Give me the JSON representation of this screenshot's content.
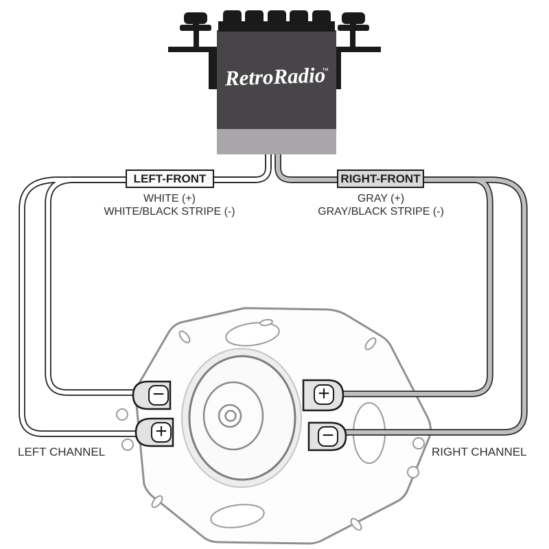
{
  "radio": {
    "logo_text": "RetroRadio",
    "trademark_symbol": "™",
    "body_color": "#484549",
    "panel_color": "#a8a6a9"
  },
  "wiring": {
    "left": {
      "tag_label": "LEFT-FRONT",
      "positive_wire": "WHITE (+)",
      "negative_wire": "WHITE/BLACK STRIPE (-)",
      "wire_fill": "#ffffff",
      "tag_fill": "#fafafa"
    },
    "right": {
      "tag_label": "RIGHT-FRONT",
      "positive_wire": "GRAY (+)",
      "negative_wire": "GRAY/BLACK STRIPE (-)",
      "wire_fill": "#bfbfbf",
      "tag_fill": "#d9d9d9"
    }
  },
  "speaker": {
    "left_channel_label": "LEFT CHANNEL",
    "right_channel_label": "RIGHT CHANNEL",
    "terminals": {
      "left_top_symbol": "−",
      "left_bottom_symbol": "+",
      "right_top_symbol": "+",
      "right_bottom_symbol": "−"
    }
  }
}
